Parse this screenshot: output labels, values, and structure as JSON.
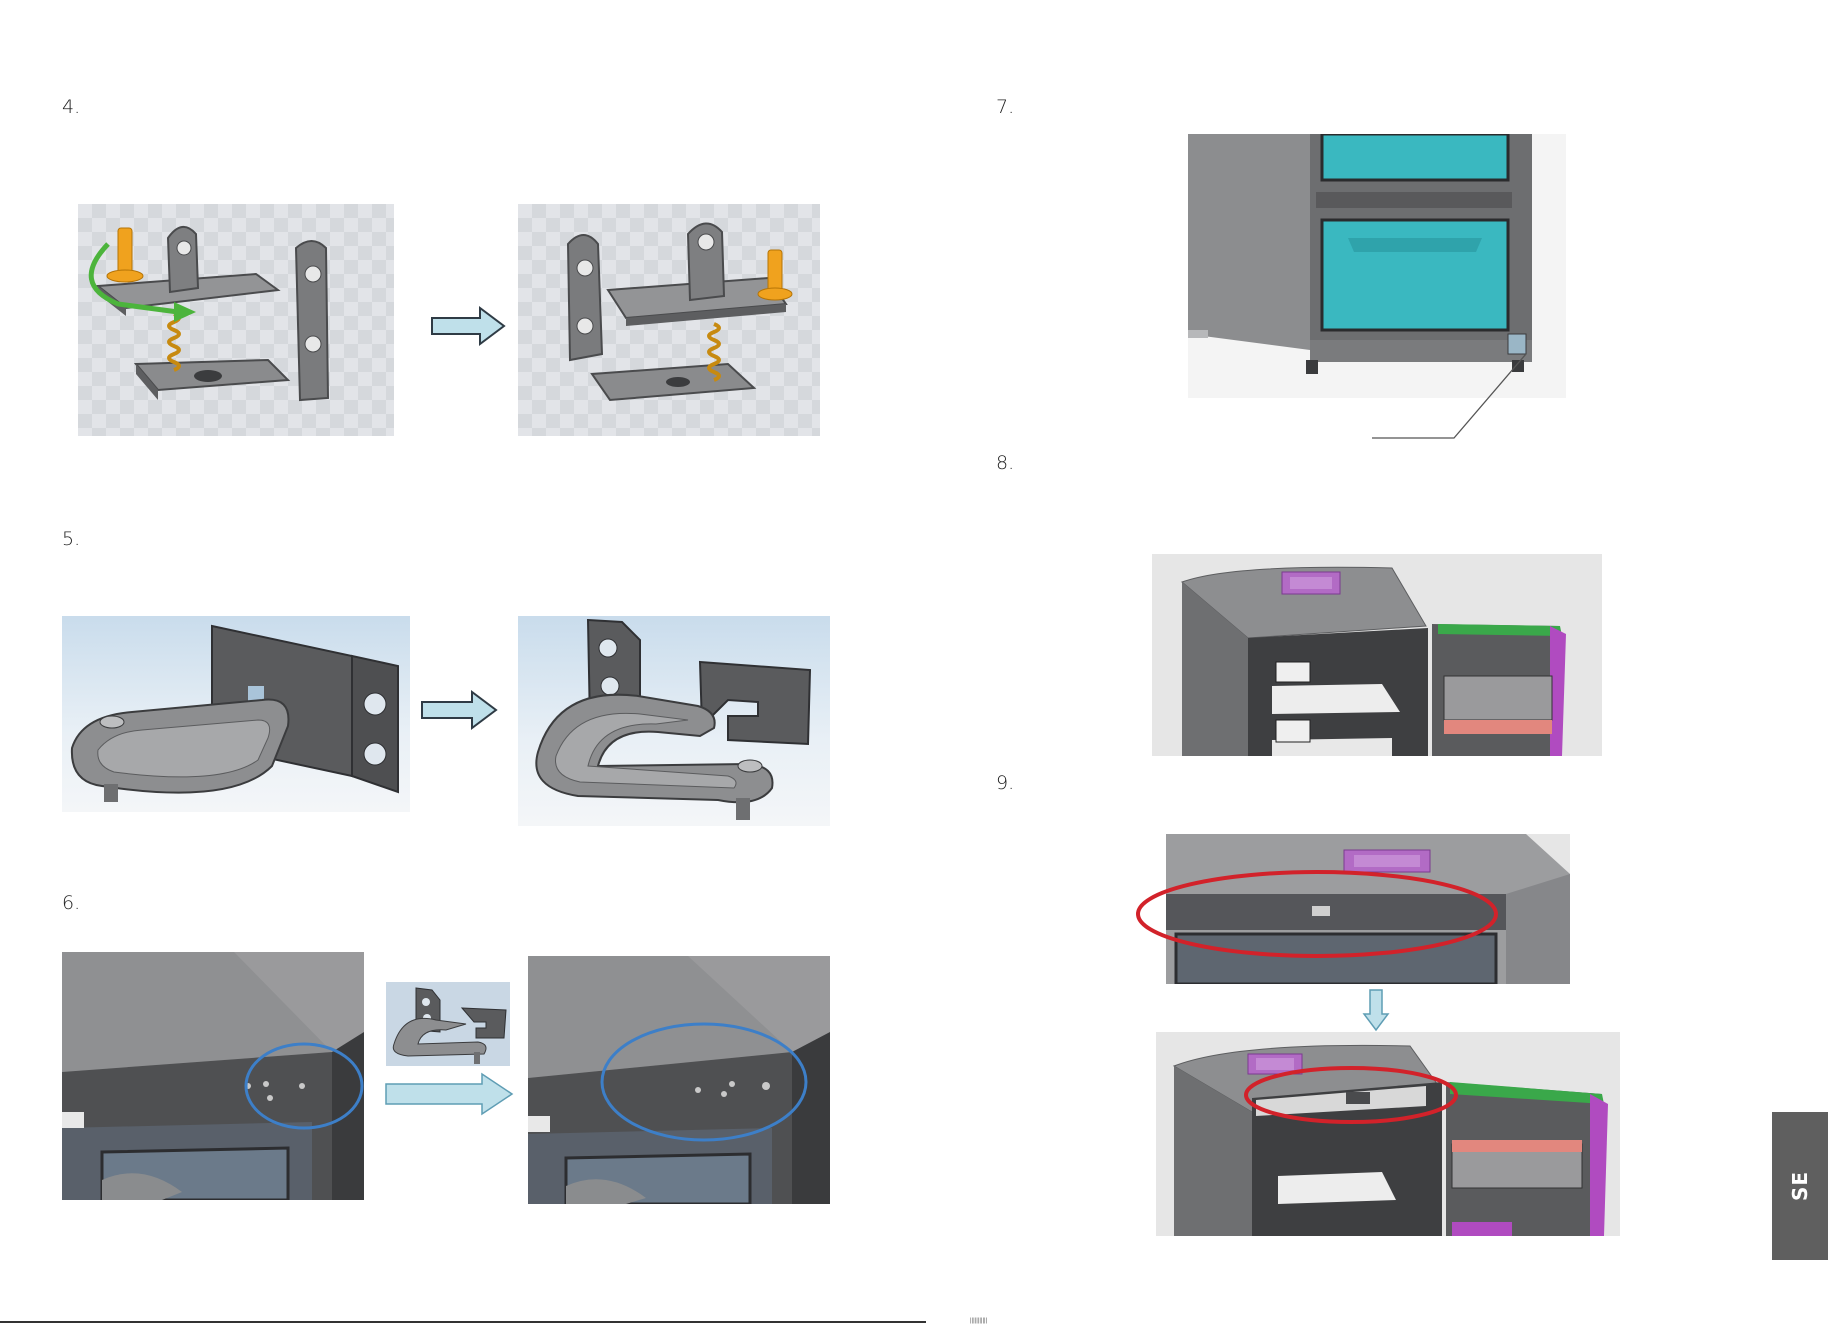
{
  "steps": {
    "s4": "4.",
    "s5": "5.",
    "s6": "6.",
    "s7": "7.",
    "s8": "8.",
    "s9": "9."
  },
  "language_tab": "SE",
  "footer_mark": "|||||||||||",
  "colors": {
    "arrow_fill": "#bfe0ea",
    "arrow_stroke": "#2f3b45",
    "highlight_blue": "#3d7fc8",
    "highlight_red": "#d2222a",
    "part_gray": "#6f7072",
    "screw_orange": "#f0a21e",
    "rotation_green": "#4cb43c",
    "drawer_teal": "#3ab8c0",
    "vent_purple": "#b26bc5",
    "seal_green": "#3aa84a",
    "tab_gray": "#5f5f5f"
  },
  "icons": [
    "right-arrow-icon",
    "down-arrow-icon",
    "rotation-arrow-icon"
  ]
}
